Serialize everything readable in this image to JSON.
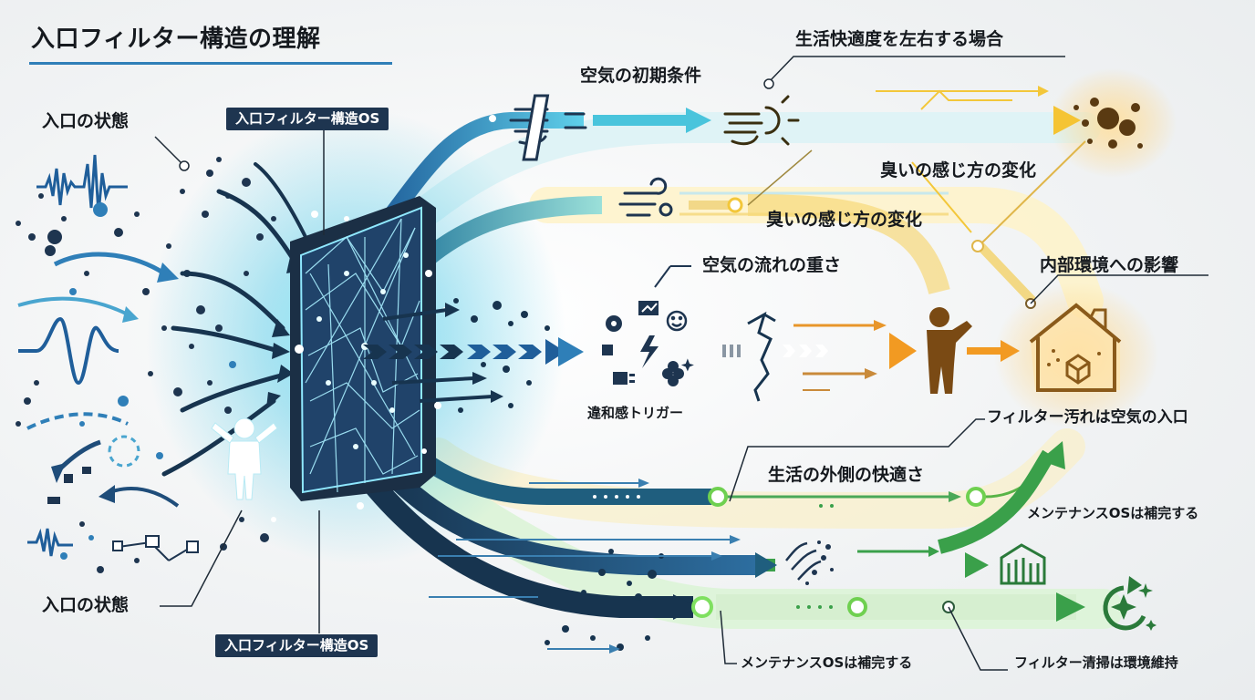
{
  "title": "入口フィルター構造の理解",
  "badges": {
    "os_top": "入口フィルター構造OS",
    "os_bottom": "入口フィルター構造OS"
  },
  "labels": {
    "entry_state_top": "入口の状態",
    "entry_state_bottom": "入口の状態",
    "air_initial": "空気の初期条件",
    "life_comfort": "生活快適度を左右する場合",
    "odor_change_1": "臭いの感じ方の変化",
    "odor_change_2": "臭いの感じ方の変化",
    "air_flow_weight": "空気の流れの重さ",
    "inner_env": "内部環境への影響",
    "discomfort_trigger": "違和感トリガー",
    "filter_dirt": "フィルター汚れは空気の入口",
    "outside_comfort": "生活の外側の快適さ",
    "maintenance_right": "メンテナンスOSは補完する",
    "maintenance_bottom": "メンテナンスOSは補完する",
    "filter_cleaning": "フィルター清掃は環境維持"
  },
  "colors": {
    "navy": "#1e3550",
    "blue": "#2f7fb8",
    "cyan": "#49c4dc",
    "teal": "#2a8f98",
    "yellow": "#f3c73a",
    "orange": "#e8962a",
    "brown": "#6b4a1e",
    "green": "#3aa04a",
    "light_green": "#7fd25a"
  },
  "icons": [
    "waveform-icon",
    "filter-mesh-icon",
    "person-icon",
    "air-flow-icon",
    "sun-wind-icon",
    "particles-icon",
    "gear-icon",
    "smile-icon",
    "lightning-icon",
    "broken-crack-icon",
    "worker-icon",
    "house-icon",
    "building-icon",
    "sparkle-refresh-icon"
  ]
}
